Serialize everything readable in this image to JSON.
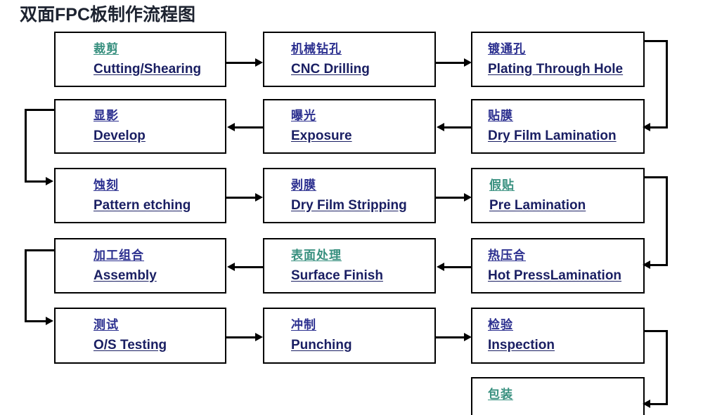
{
  "title": "双面FPC板制作流程图",
  "colors": {
    "box_border": "#000000",
    "title_text": "#1d2330",
    "english_text": "#1a1f63",
    "chinese_blue": "#2b2f8f",
    "chinese_teal": "#38907f",
    "background": "#ffffff"
  },
  "nodes": [
    {
      "id": "cutting",
      "cn": "裁剪",
      "en": "Cutting/Shearing",
      "cn_color": "teal",
      "row": 1,
      "col": 1
    },
    {
      "id": "cnc-drilling",
      "cn": "机械钻孔",
      "en": "CNC Drilling",
      "cn_color": "blue",
      "row": 1,
      "col": 2
    },
    {
      "id": "plating",
      "cn": "镀通孔",
      "en": "Plating Through Hole",
      "cn_color": "blue",
      "row": 1,
      "col": 3
    },
    {
      "id": "develop",
      "cn": "显影",
      "en": "Develop",
      "cn_color": "blue",
      "row": 2,
      "col": 1
    },
    {
      "id": "exposure",
      "cn": "曝光",
      "en": "Exposure",
      "cn_color": "blue",
      "row": 2,
      "col": 2
    },
    {
      "id": "dry-film-lam",
      "cn": "贴膜",
      "en": "Dry Film Lamination",
      "cn_color": "blue",
      "row": 2,
      "col": 3
    },
    {
      "id": "pattern-etch",
      "cn": "蚀刻",
      "en": "Pattern etching",
      "cn_color": "blue",
      "row": 3,
      "col": 1
    },
    {
      "id": "dry-film-strip",
      "cn": "剥膜",
      "en": "Dry Film Stripping",
      "cn_color": "blue",
      "row": 3,
      "col": 2
    },
    {
      "id": "pre-lamination",
      "cn": "假贴",
      "en": "Pre Lamination",
      "cn_color": "teal",
      "row": 3,
      "col": 3
    },
    {
      "id": "assembly",
      "cn": "加工组合",
      "en": "Assembly",
      "cn_color": "blue",
      "row": 4,
      "col": 1
    },
    {
      "id": "surface-finish",
      "cn": "表面处理",
      "en": "Surface  Finish",
      "cn_color": "teal",
      "row": 4,
      "col": 2
    },
    {
      "id": "hot-press",
      "cn": "热压合",
      "en": "Hot PressLamination",
      "cn_color": "blue",
      "row": 4,
      "col": 3
    },
    {
      "id": "os-testing",
      "cn": "测试",
      "en": "O/S Testing",
      "cn_color": "blue",
      "row": 5,
      "col": 1
    },
    {
      "id": "punching",
      "cn": "冲制",
      "en": "Punching",
      "cn_color": "blue",
      "row": 5,
      "col": 2
    },
    {
      "id": "inspection",
      "cn": "检验",
      "en": "Inspection",
      "cn_color": "blue",
      "row": 5,
      "col": 3
    },
    {
      "id": "packaging",
      "cn": "包装",
      "en": "",
      "cn_color": "teal",
      "row": 6,
      "col": 3
    }
  ],
  "flow_sequence": [
    "Cutting/Shearing",
    "CNC Drilling",
    "Plating Through Hole",
    "Dry Film Lamination",
    "Exposure",
    "Develop",
    "Pattern etching",
    "Dry Film Stripping",
    "Pre Lamination",
    "Hot PressLamination",
    "Surface  Finish",
    "Assembly",
    "O/S Testing",
    "Punching",
    "Inspection",
    "包装"
  ]
}
